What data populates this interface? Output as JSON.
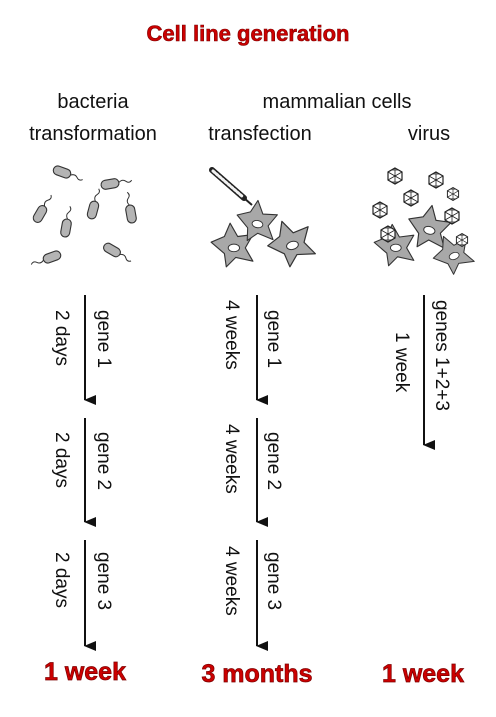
{
  "title": "Cell line generation",
  "headers": {
    "bacteria": "bacteria",
    "transformation": "transformation",
    "mammalian": "mammalian cells",
    "transfection": "transfection",
    "virus": "virus"
  },
  "columns": [
    {
      "id": "bacteria",
      "steps": [
        {
          "gene": "gene 1",
          "time": "2 days"
        },
        {
          "gene": "gene 2",
          "time": "2 days"
        },
        {
          "gene": "gene 3",
          "time": "2 days"
        }
      ],
      "total": "1 week"
    },
    {
      "id": "transfection",
      "steps": [
        {
          "gene": "gene 1",
          "time": "4 weeks"
        },
        {
          "gene": "gene 2",
          "time": "4 weeks"
        },
        {
          "gene": "gene 3",
          "time": "4 weeks"
        }
      ],
      "total": "3 months"
    },
    {
      "id": "virus",
      "steps": [
        {
          "gene": "genes 1+2+3",
          "time": "1 week"
        }
      ],
      "total": "1 week"
    }
  ],
  "colors": {
    "accent": "#cc0000",
    "cell_fill": "#a8a8a8",
    "bacteria_fill": "#b4b4b4",
    "ink": "#111111"
  }
}
